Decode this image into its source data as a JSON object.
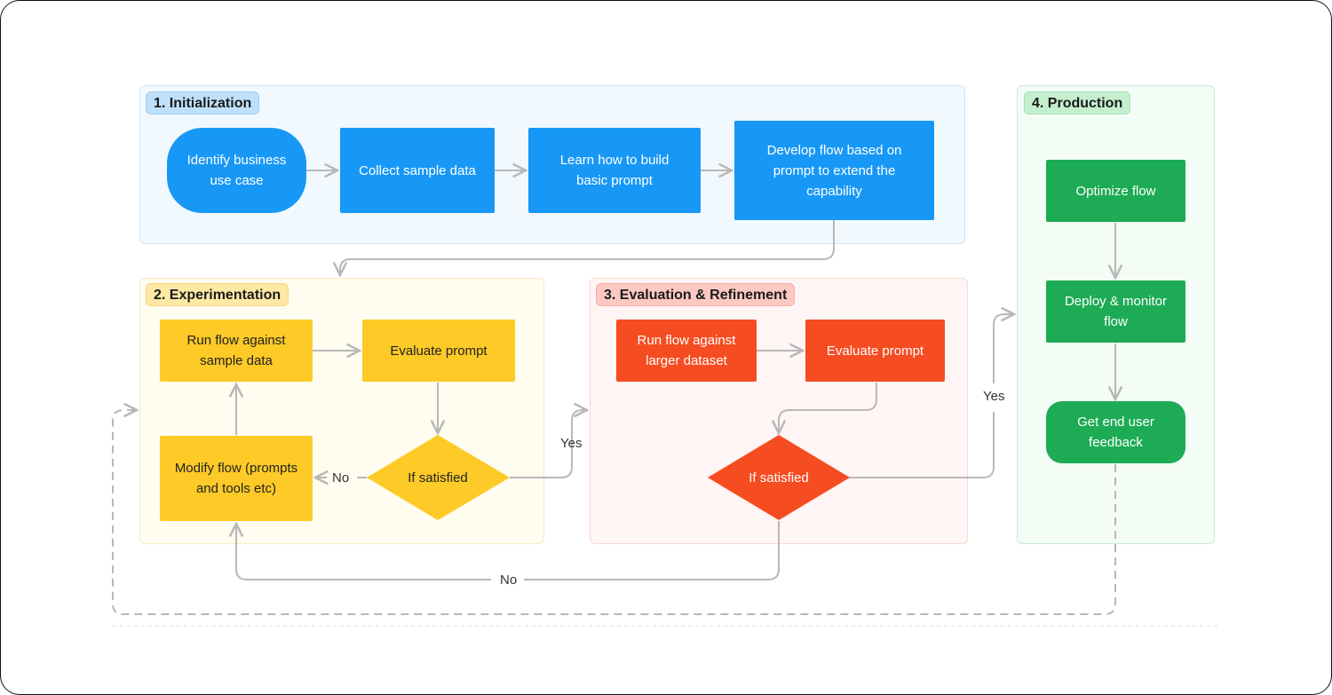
{
  "sections": {
    "initialization": "1. Initialization",
    "experimentation": "2. Experimentation",
    "evaluation": "3. Evaluation & Refinement",
    "production": "4. Production"
  },
  "nodes": {
    "identify_use_case": "Identify business use case",
    "collect_sample_data": "Collect sample data",
    "learn_basic_prompt": "Learn how to build basic prompt",
    "develop_flow": "Develop flow based on prompt to extend the capability",
    "run_flow_sample": "Run flow against sample data",
    "evaluate_prompt_exp": "Evaluate prompt",
    "modify_flow": "Modify flow (prompts and tools etc)",
    "if_satisfied_exp": "If satisfied",
    "run_flow_larger": "Run flow against larger dataset",
    "evaluate_prompt_eval": "Evaluate prompt",
    "if_satisfied_eval": "If satisfied",
    "optimize_flow": "Optimize flow",
    "deploy_monitor": "Deploy & monitor flow",
    "end_user_feedback": "Get end user feedback"
  },
  "edge_labels": {
    "no_exp": "No",
    "yes_exp": "Yes",
    "yes_eval": "Yes",
    "no_eval": "No"
  },
  "colors": {
    "initialization": "#1798f6",
    "experimentation": "#fdca27",
    "evaluation": "#f54c21",
    "production": "#1dab55",
    "connector": "#b8b8b8"
  }
}
